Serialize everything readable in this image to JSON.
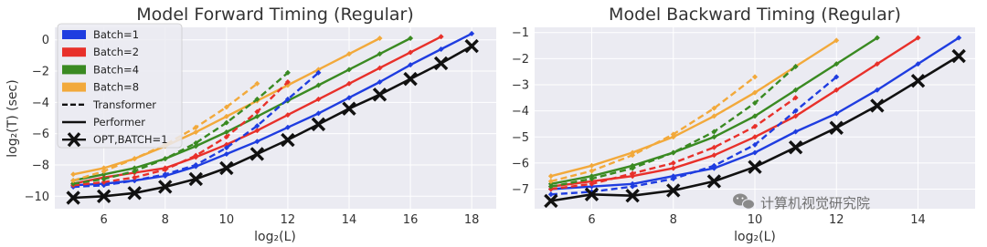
{
  "colors": {
    "batch1": "#1f3de0",
    "batch2": "#e8302a",
    "batch4": "#3a8a22",
    "batch8": "#f2a93b",
    "opt": "#111111",
    "panel_bg": "#ebebf2",
    "grid": "#ffffff"
  },
  "legend": {
    "items": [
      {
        "label": "Batch=1",
        "kind": "patch",
        "color": "#1f3de0"
      },
      {
        "label": "Batch=2",
        "kind": "patch",
        "color": "#e8302a"
      },
      {
        "label": "Batch=4",
        "kind": "patch",
        "color": "#3a8a22"
      },
      {
        "label": "Batch=8",
        "kind": "patch",
        "color": "#f2a93b"
      },
      {
        "label": "Transformer",
        "kind": "dashed",
        "color": "#111111"
      },
      {
        "label": "Performer",
        "kind": "solid",
        "color": "#111111"
      },
      {
        "label": "OPT,BATCH=1",
        "kind": "cross",
        "color": "#111111"
      }
    ]
  },
  "watermark": {
    "text": "计算机视觉研究院",
    "icon": "wechat-icon"
  },
  "chart_data": [
    {
      "type": "line",
      "title": "Model Forward Timing (Regular)",
      "xlabel": "log₂(L)",
      "ylabel": "log₂(T) (sec)",
      "xlim": [
        4.4,
        18.8
      ],
      "ylim": [
        -10.8,
        0.8
      ],
      "xticks": [
        6,
        8,
        10,
        12,
        14,
        16,
        18
      ],
      "yticks": [
        0,
        -2,
        -4,
        -6,
        -8,
        -10
      ],
      "grid": true,
      "legend_position": "upper-left",
      "series": [
        {
          "name": "Batch=1",
          "model": "Performer",
          "color": "#1f3de0",
          "dash": false,
          "x": [
            5,
            6,
            7,
            8,
            9,
            10,
            11,
            12,
            13,
            14,
            15,
            16,
            17,
            18
          ],
          "y": [
            -9.3,
            -9.2,
            -9.0,
            -8.7,
            -8.1,
            -7.3,
            -6.5,
            -5.6,
            -4.7,
            -3.7,
            -2.7,
            -1.6,
            -0.6,
            0.4
          ]
        },
        {
          "name": "Batch=2",
          "model": "Performer",
          "color": "#e8302a",
          "dash": false,
          "x": [
            5,
            6,
            7,
            8,
            9,
            10,
            11,
            12,
            13,
            14,
            15,
            16,
            17
          ],
          "y": [
            -9.2,
            -8.8,
            -8.5,
            -8.2,
            -7.5,
            -6.7,
            -5.8,
            -4.8,
            -3.8,
            -2.8,
            -1.8,
            -0.8,
            0.2
          ]
        },
        {
          "name": "Batch=4",
          "model": "Performer",
          "color": "#3a8a22",
          "dash": false,
          "x": [
            5,
            6,
            7,
            8,
            9,
            10,
            11,
            12,
            13,
            14,
            15,
            16
          ],
          "y": [
            -9.0,
            -8.6,
            -8.2,
            -7.6,
            -6.8,
            -5.9,
            -4.9,
            -3.9,
            -2.9,
            -1.9,
            -0.9,
            0.1
          ]
        },
        {
          "name": "Batch=8",
          "model": "Performer",
          "color": "#f2a93b",
          "dash": false,
          "x": [
            5,
            6,
            7,
            8,
            9,
            10,
            11,
            12,
            13,
            14,
            15
          ],
          "y": [
            -8.6,
            -8.2,
            -7.6,
            -6.8,
            -5.9,
            -4.9,
            -3.9,
            -2.9,
            -1.9,
            -0.9,
            0.1
          ]
        },
        {
          "name": "Batch=1",
          "model": "Transformer",
          "color": "#1f3de0",
          "dash": true,
          "x": [
            5,
            6,
            7,
            8,
            9,
            10,
            11,
            12,
            13
          ],
          "y": [
            -9.4,
            -9.3,
            -9.0,
            -8.6,
            -8.0,
            -6.9,
            -5.5,
            -3.8,
            -2.1
          ]
        },
        {
          "name": "Batch=2",
          "model": "Transformer",
          "color": "#e8302a",
          "dash": true,
          "x": [
            5,
            6,
            7,
            8,
            9,
            10,
            11,
            12
          ],
          "y": [
            -9.3,
            -9.1,
            -8.8,
            -8.3,
            -7.4,
            -6.2,
            -4.6,
            -2.7
          ]
        },
        {
          "name": "Batch=4",
          "model": "Transformer",
          "color": "#3a8a22",
          "dash": true,
          "x": [
            5,
            6,
            7,
            8,
            9,
            10,
            11,
            12
          ],
          "y": [
            -9.2,
            -8.9,
            -8.4,
            -7.6,
            -6.6,
            -5.3,
            -3.8,
            -2.1
          ]
        },
        {
          "name": "Batch=8",
          "model": "Transformer",
          "color": "#f2a93b",
          "dash": true,
          "x": [
            5,
            6,
            7,
            8,
            9,
            10,
            11
          ],
          "y": [
            -9.0,
            -8.4,
            -7.6,
            -6.7,
            -5.6,
            -4.3,
            -2.8
          ]
        },
        {
          "name": "OPT,BATCH=1",
          "model": "OPT",
          "color": "#111111",
          "dash": false,
          "marker": "x",
          "x": [
            5,
            6,
            7,
            8,
            9,
            10,
            11,
            12,
            13,
            14,
            15,
            16,
            17,
            18
          ],
          "y": [
            -10.1,
            -10.0,
            -9.8,
            -9.4,
            -8.9,
            -8.2,
            -7.3,
            -6.4,
            -5.4,
            -4.4,
            -3.5,
            -2.5,
            -1.5,
            -0.4
          ]
        }
      ]
    },
    {
      "type": "line",
      "title": "Model Backward Timing (Regular)",
      "xlabel": "log₂(L)",
      "ylabel": "",
      "xlim": [
        4.6,
        15.4
      ],
      "ylim": [
        -7.75,
        -0.8
      ],
      "xticks": [
        6,
        8,
        10,
        12,
        14
      ],
      "yticks": [
        -1,
        -2,
        -3,
        -4,
        -5,
        -6,
        -7
      ],
      "grid": true,
      "series": [
        {
          "name": "Batch=1",
          "model": "Performer",
          "color": "#1f3de0",
          "dash": false,
          "x": [
            5,
            6,
            7,
            8,
            9,
            10,
            11,
            12,
            13,
            14,
            15
          ],
          "y": [
            -7.0,
            -6.9,
            -6.8,
            -6.5,
            -6.2,
            -5.6,
            -4.8,
            -4.1,
            -3.2,
            -2.2,
            -1.2
          ]
        },
        {
          "name": "Batch=2",
          "model": "Performer",
          "color": "#e8302a",
          "dash": false,
          "x": [
            5,
            6,
            7,
            8,
            9,
            10,
            11,
            12,
            13,
            14
          ],
          "y": [
            -6.9,
            -6.7,
            -6.5,
            -6.2,
            -5.7,
            -5.0,
            -4.2,
            -3.2,
            -2.2,
            -1.2
          ]
        },
        {
          "name": "Batch=4",
          "model": "Performer",
          "color": "#3a8a22",
          "dash": false,
          "x": [
            5,
            6,
            7,
            8,
            9,
            10,
            11,
            12,
            13
          ],
          "y": [
            -6.8,
            -6.5,
            -6.1,
            -5.6,
            -5.0,
            -4.2,
            -3.2,
            -2.2,
            -1.2
          ]
        },
        {
          "name": "Batch=8",
          "model": "Performer",
          "color": "#f2a93b",
          "dash": false,
          "x": [
            5,
            6,
            7,
            8,
            9,
            10,
            11,
            12
          ],
          "y": [
            -6.5,
            -6.1,
            -5.6,
            -5.0,
            -4.2,
            -3.3,
            -2.3,
            -1.3
          ]
        },
        {
          "name": "Batch=1",
          "model": "Transformer",
          "color": "#1f3de0",
          "dash": true,
          "x": [
            5,
            6,
            7,
            8,
            9,
            10,
            11,
            12
          ],
          "y": [
            -7.2,
            -7.1,
            -6.9,
            -6.6,
            -6.1,
            -5.3,
            -4.0,
            -2.7
          ]
        },
        {
          "name": "Batch=2",
          "model": "Transformer",
          "color": "#e8302a",
          "dash": true,
          "x": [
            5,
            6,
            7,
            8,
            9,
            10,
            11
          ],
          "y": [
            -7.0,
            -6.8,
            -6.4,
            -6.0,
            -5.4,
            -4.6,
            -3.5
          ]
        },
        {
          "name": "Batch=4",
          "model": "Transformer",
          "color": "#3a8a22",
          "dash": true,
          "x": [
            5,
            6,
            7,
            8,
            9,
            10,
            11
          ],
          "y": [
            -6.9,
            -6.6,
            -6.2,
            -5.6,
            -4.8,
            -3.7,
            -2.3
          ]
        },
        {
          "name": "Batch=8",
          "model": "Transformer",
          "color": "#f2a93b",
          "dash": true,
          "x": [
            5,
            6,
            7,
            8,
            9,
            10
          ],
          "y": [
            -6.7,
            -6.3,
            -5.7,
            -4.9,
            -3.9,
            -2.7
          ]
        },
        {
          "name": "OPT,BATCH=1",
          "model": "OPT",
          "color": "#111111",
          "dash": false,
          "marker": "x",
          "x": [
            5,
            6,
            7,
            8,
            9,
            10,
            11,
            12,
            13,
            14,
            15
          ],
          "y": [
            -7.45,
            -7.2,
            -7.25,
            -7.05,
            -6.7,
            -6.15,
            -5.4,
            -4.65,
            -3.8,
            -2.85,
            -1.9
          ]
        }
      ]
    }
  ]
}
